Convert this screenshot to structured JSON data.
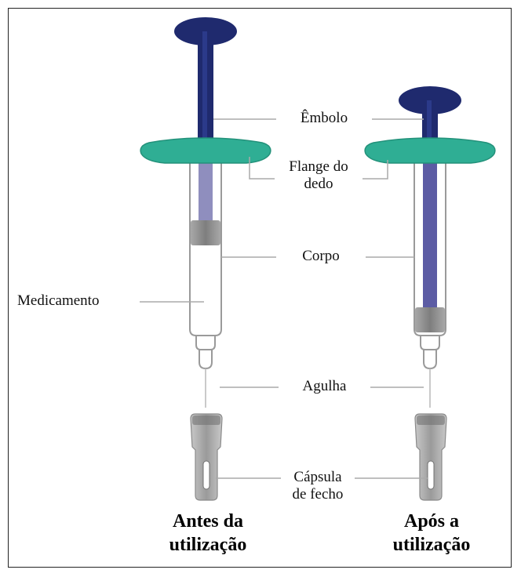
{
  "labels": {
    "plunger": "Êmbolo",
    "finger_flange_line1": "Flange do",
    "finger_flange_line2": "dedo",
    "barrel": "Corpo",
    "medicine": "Medicamento",
    "needle": "Agulha",
    "needle_cap_line1": "Cápsula",
    "needle_cap_line2": "de fecho"
  },
  "captions": {
    "before_line1": "Antes da",
    "before_line2": "utilização",
    "after_line1": "Após a",
    "after_line2": "utilização"
  },
  "colors": {
    "plunger": "#1f2a6e",
    "flange": "#2fae94",
    "barrel_outline": "#9a9a9a",
    "stopper": "#8e8e8e",
    "leader_line": "#aaaaaa"
  }
}
